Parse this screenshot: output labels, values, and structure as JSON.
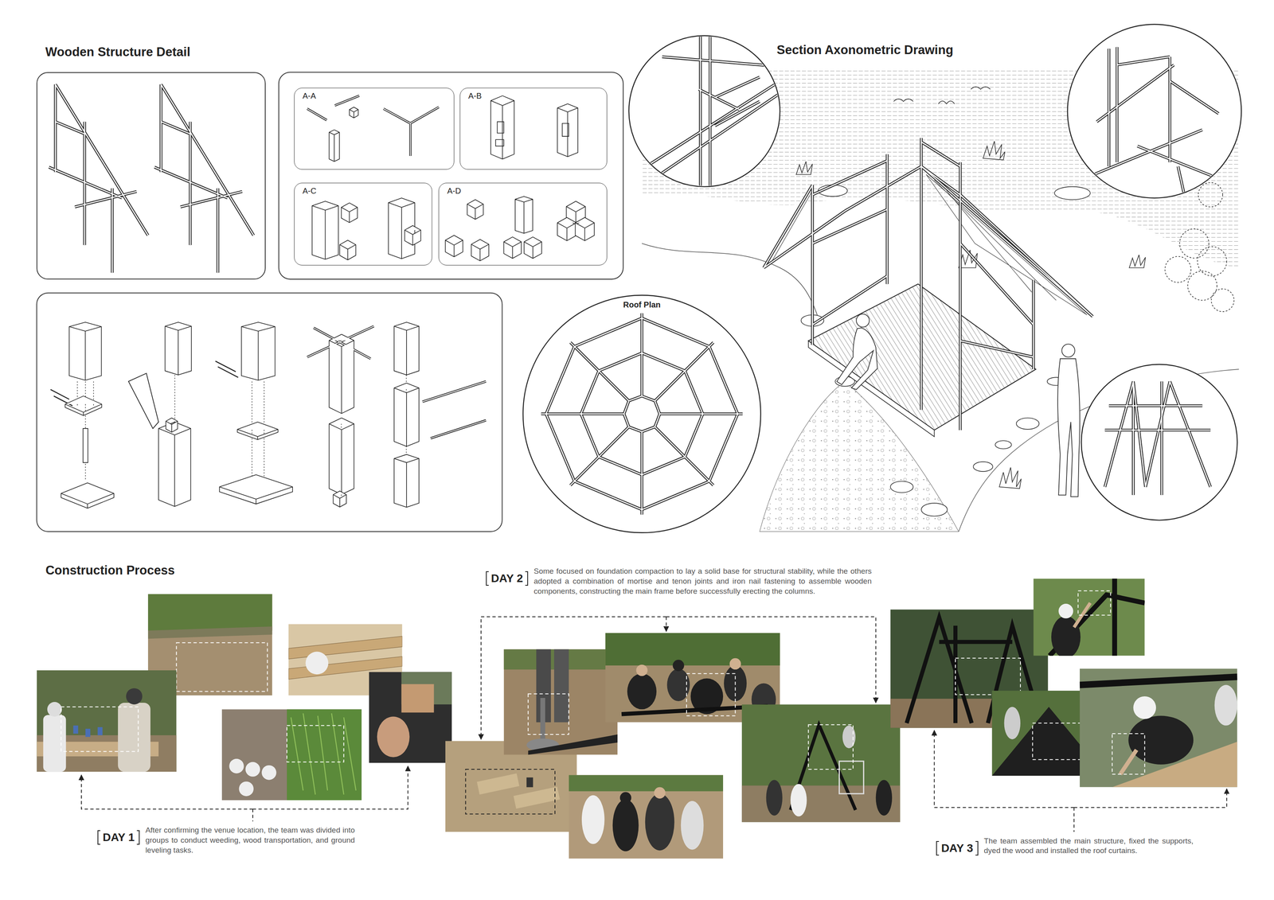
{
  "diagram": {
    "nodes": [
      {
        "text": [
          "Wooden Structure Detail"
        ]
      },
      {
        "text": [
          "A-A"
        ]
      },
      {
        "text": [
          "A-B"
        ]
      },
      {
        "text": [
          "A-C"
        ]
      },
      {
        "text": [
          "A-D"
        ]
      },
      {
        "text": [
          "Roof Plan"
        ]
      },
      {
        "text": [
          "DAY 1",
          "After confirming the venue location, the team was divided into groups to conduct weeding, wood transportation, and ground leveling tasks."
        ]
      },
      {
        "text": [
          "DAY 2",
          "Some focused on foundation compaction to lay a solid base for structural stability, while the others adopted a combination of mortise and tenon joints and iron nail fastening to assemble wooden components, constructing the main frame before successfully erecting the columns."
        ]
      },
      {
        "text": [
          "DAY 3",
          "The team assembled the main structure, fixed the supports, dyed the wood and installed the roof curtains."
        ]
      }
    ],
    "labels": [
      "Section Axonometric Drawing",
      "Construction Process"
    ]
  }
}
